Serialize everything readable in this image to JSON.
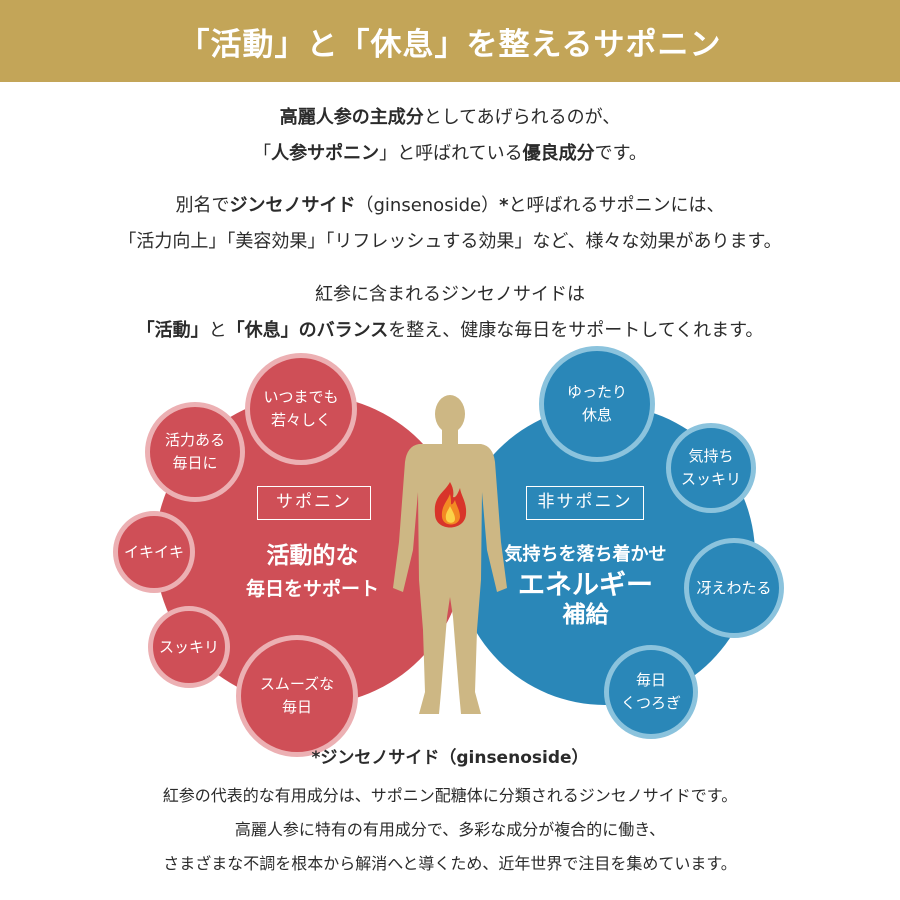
{
  "header": {
    "title": "「活動」と「休息」を整えるサポニン"
  },
  "intro": {
    "p1_l1_b": "高麗人参の主成分",
    "p1_l1_t": "としてあげられるのが、",
    "p1_l2_t1": "「",
    "p1_l2_b1": "人参サポニン",
    "p1_l2_t2": "」と呼ばれている",
    "p1_l2_b2": "優良成分",
    "p1_l2_t3": "です。",
    "p2_l1_t1": "別名で",
    "p2_l1_b1": "ジンセノサイド",
    "p2_l1_t2": "（ginsenoside）",
    "p2_l1_b2": "*",
    "p2_l1_t3": "と呼ばれるサポニンには、",
    "p2_l2": "「活力向上」「美容効果」「リフレッシュする効果」など、様々な効果があります。",
    "p3_l1": "紅参に含まれるジンセノサイドは",
    "p3_l2_b1": "「活動」",
    "p3_l2_t1": "と",
    "p3_l2_b2": "「休息」",
    "p3_l2_b3": "のバランス",
    "p3_l2_t2": "を整え、健康な毎日をサポートしてくれます。"
  },
  "diagram": {
    "saponin": {
      "tag": "サポニン",
      "main_l1": "活動的な",
      "main_l2": "毎日をサポート",
      "bubbles": [
        "いつまでも\n若々しく",
        "活力ある\n毎日に",
        "イキイキ",
        "スッキリ",
        "スムーズな\n毎日"
      ]
    },
    "non_saponin": {
      "tag": "非サポニン",
      "main_l1": "気持ちを落ち着かせ",
      "main_l2": "エネルギー",
      "main_l3": "補給",
      "bubbles": [
        "ゆったり\n休息",
        "気持ち\nスッキリ",
        "冴えわたる",
        "毎日\nくつろぎ"
      ]
    },
    "colors": {
      "red": "#cf4f57",
      "blue": "#2a87b8",
      "gold": "#c3a558",
      "figure": "#cdb784"
    },
    "figure_icons": [
      "human-body-icon",
      "flame-icon"
    ]
  },
  "footnote": {
    "title": "*ジンセノサイド（ginsenoside）",
    "l1": "紅参の代表的な有用成分は、サポニン配糖体に分類されるジンセノサイドです。",
    "l2": "高麗人参に特有の有用成分で、多彩な成分が複合的に働き、",
    "l3": "さまざまな不調を根本から解消へと導くため、近年世界で注目を集めています。"
  }
}
